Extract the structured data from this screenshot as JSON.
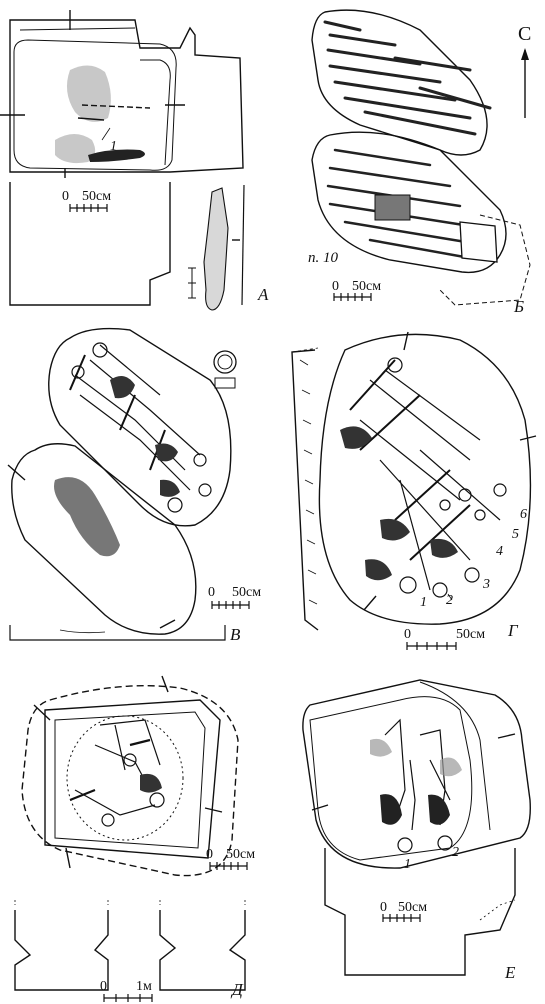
{
  "north": {
    "letter": "С"
  },
  "panels": {
    "A": {
      "letter": "А",
      "scale_label": "50см",
      "scale_zero": "0",
      "marks": [
        "1"
      ]
    },
    "B": {
      "letter": "Б",
      "scale_label": "50см",
      "scale_zero": "0",
      "pit_label": "п. 10"
    },
    "V": {
      "letter": "В",
      "scale_label": "50см",
      "scale_zero": "0"
    },
    "G": {
      "letter": "Г",
      "scale_label": "50см",
      "scale_zero": "0",
      "marks": [
        "1",
        "2",
        "3",
        "4",
        "5",
        "6"
      ]
    },
    "D": {
      "letter": "Д",
      "scale_label": "50см",
      "scale_zero": "0",
      "section_scale_label": "1м",
      "section_scale_zero": "0"
    },
    "E": {
      "letter": "Е",
      "scale_label": "50см",
      "scale_zero": "0",
      "marks": [
        "1",
        "2"
      ]
    }
  },
  "colors": {
    "ink": "#111111",
    "shade": "#9a9a9a",
    "paper": "#ffffff"
  }
}
